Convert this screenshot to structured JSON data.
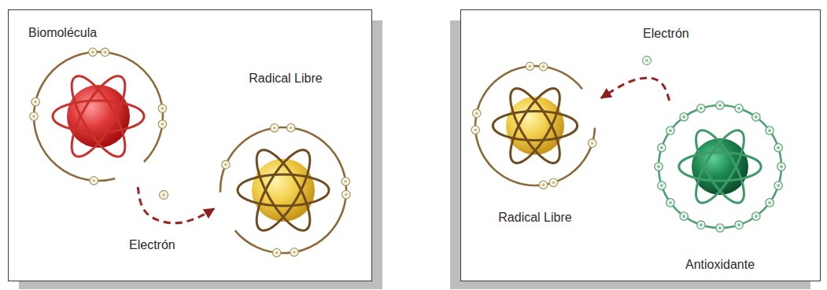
{
  "diagram": {
    "nodes": [
      {
        "text": [
          "Biomolécula"
        ]
      },
      {
        "text": [
          "Radical Libre"
        ]
      },
      {
        "text": [
          "Radical Libre"
        ]
      },
      {
        "text": [
          "Antioxidante"
        ]
      }
    ],
    "edges": [
      {
        "from": 0,
        "to": 1,
        "arrow": "to",
        "label": "Electrón"
      },
      {
        "from": 3,
        "to": 2,
        "arrow": "to",
        "label": "Electrón"
      }
    ]
  }
}
